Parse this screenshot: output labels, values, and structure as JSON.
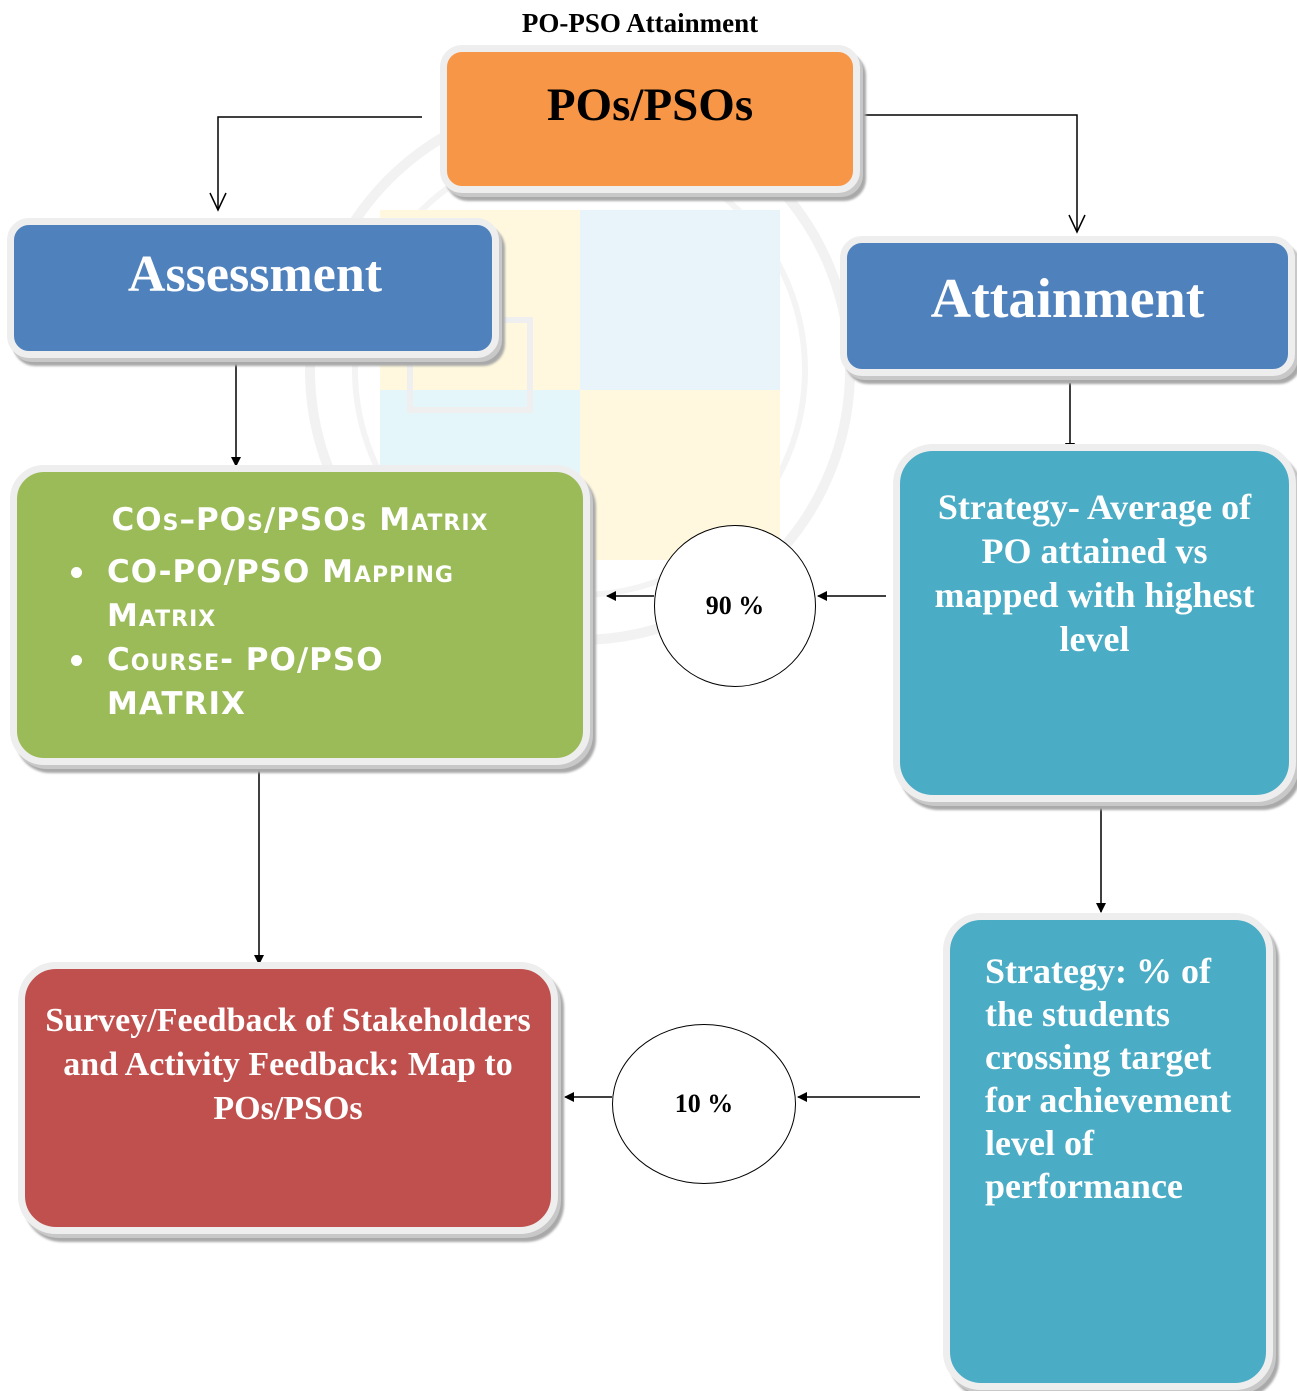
{
  "title": "PO-PSO Attainment",
  "root": {
    "label": "POs/PSOs"
  },
  "assessment": {
    "label": "Assessment"
  },
  "attainment": {
    "label": "Attainment"
  },
  "matrix": {
    "title": "COs–POs/PSOs Matrix",
    "items": [
      "CO-PO/PSO Mapping Matrix",
      "Course- PO/PSO MATRIX"
    ]
  },
  "strategy_average": {
    "text": "Strategy- Average of PO attained vs mapped with highest level"
  },
  "strategy_percent": {
    "text": "Strategy: % of the students crossing target for achievement level of performance"
  },
  "survey": {
    "text": "Survey/Feedback of Stakeholders and Activity Feedback: Map to POs/PSOs"
  },
  "weights": {
    "top": "90 %",
    "bottom": "10 %"
  },
  "colors": {
    "root": "#f79646",
    "heading_blue": "#4f81bd",
    "matrix_green": "#9bbb59",
    "strategy_teal": "#4bacc6",
    "survey_red": "#c0504d"
  }
}
